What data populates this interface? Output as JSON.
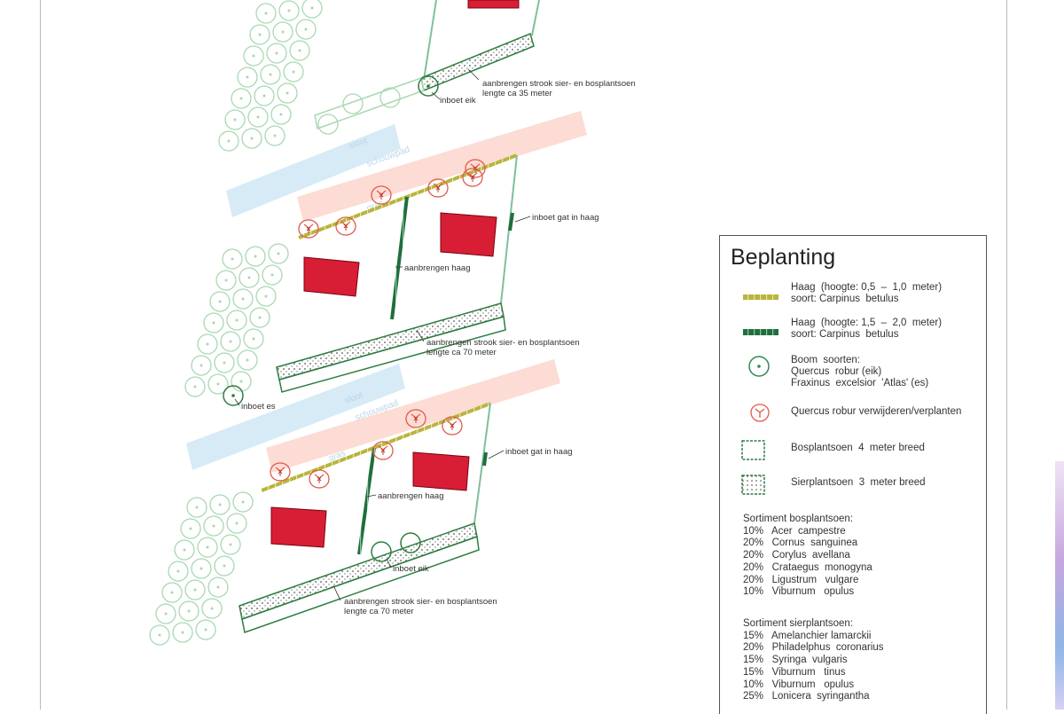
{
  "plan_labels": {
    "a1": "aanbrengen strook sier- en bosplantsoen",
    "a2": "lengte ca 35 meter",
    "b1": "inboet eik",
    "c1": "inboet gat in haag",
    "d1": "aanbrengen haag",
    "e1": "aanbrengen strook sier- en bosplantsoen",
    "e2": "lengte ca 70 meter",
    "f1": "inboet es",
    "g1": "inboet gat in haag",
    "h1": "aanbrengen haag",
    "i1": "inboet eik",
    "j1": "aanbrengen strook sier- en bosplantsoen",
    "j2": "lengte ca 70 meter"
  },
  "road_labels": {
    "r1": "sloot",
    "r2": "schouwpad",
    "r3": "sloot",
    "r4": "schouwpad",
    "r5": "gras",
    "r6": "gras"
  },
  "legend": {
    "title": "Beplanting",
    "items": [
      {
        "symbol": "hedge-low-icon",
        "color": "#b8b43e",
        "text": "Haag  (hoogte: 0,5  –  1,0  meter)\nsoort: Carpinus  betulus"
      },
      {
        "symbol": "hedge-high-icon",
        "color": "#1f6e3e",
        "text": "Haag  (hoogte: 1,5  –  2,0  meter)\nsoort: Carpinus  betulus"
      },
      {
        "symbol": "tree-icon",
        "color": "#2e8b50",
        "text": "Boom  soorten:\nQuercus  robur (eik)\nFraxinus  excelsior  'Atlas' (es)"
      },
      {
        "symbol": "remove-tree-icon",
        "color": "#e05a4a",
        "text": "Quercus robur verwijderen/verplanten"
      },
      {
        "symbol": "forest-planting-icon",
        "color": "#2e7d40",
        "text": "Bosplantsoen  4  meter breed"
      },
      {
        "symbol": "ornamental-planting-icon",
        "color": "#2e7d40",
        "text": "Sierplantsoen  3  meter breed"
      }
    ],
    "sortiment_bos": {
      "title": "Sortiment bosplantsoen:",
      "rows": [
        "10%   Acer  campestre",
        "20%   Cornus  sanguinea",
        "20%   Corylus  avellana",
        "20%   Crataegus  monogyna",
        "20%   Ligustrum   vulgare",
        "10%   Viburnum   opulus"
      ]
    },
    "sortiment_sier": {
      "title": "Sortiment sierplantsoen:",
      "rows": [
        "15%   Amelanchier lamarckii",
        "20%   Philadelphus  coronarius",
        "15%   Syringa  vulgaris",
        "15%   Viburnum   tinus",
        "10%   Viburnum   opulus",
        "25%   Lonicera  syringantha"
      ]
    }
  },
  "colors": {
    "house": "#d81e35",
    "hedge_low": "#b8b43e",
    "hedge_high": "#1f6e3e",
    "planting_border": "#2e7d40",
    "tree_faded": "#a8d8b0",
    "road_blue": "#cfe7f5",
    "road_pink": "#fbd6cc"
  }
}
